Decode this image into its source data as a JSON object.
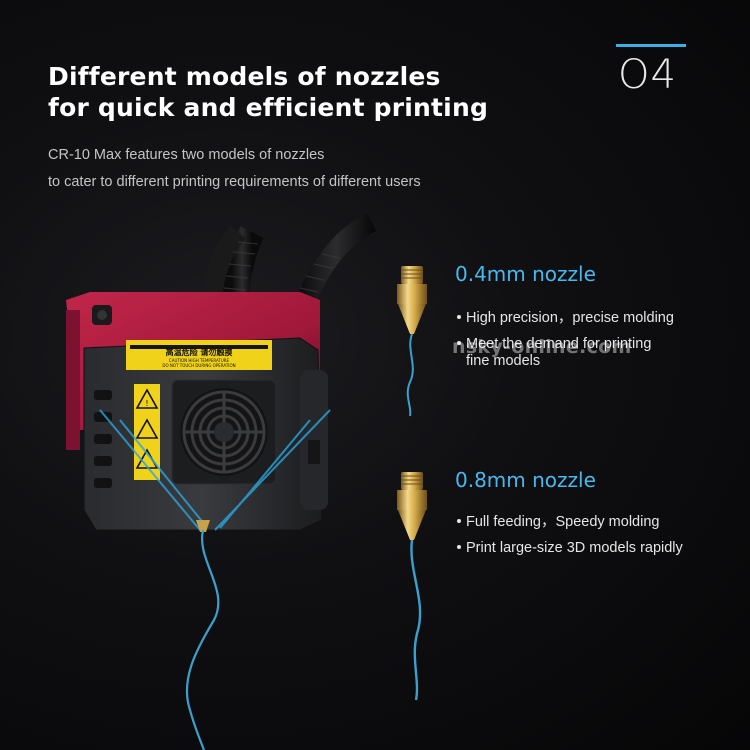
{
  "headline": {
    "line1": "Different models of nozzles",
    "line2": "for quick and efficient printing"
  },
  "subtitle": {
    "line1": "CR-10 Max features two models of nozzles",
    "line2": "to cater to different printing requirements of different users"
  },
  "section_number": "O4",
  "accent_color": "#3ab0e6",
  "nozzles": [
    {
      "title": "0.4mm nozzle",
      "features": [
        "High precision，precise molding",
        "Meet the demand for printing",
        "fine models"
      ]
    },
    {
      "title": "0.8mm nozzle",
      "features": [
        "Full feeding，Speedy molding",
        "Print large-size 3D models rapidly"
      ]
    }
  ],
  "watermark": "nsky-online.com",
  "hotend_label": {
    "line1": "高温危险 请勿触摸",
    "line2": "CAUTION HIGH TEMPERATURE",
    "line3": "DO NOT TOUCH DURING OPERATION"
  },
  "icons": [
    "nozzle-icon",
    "filament-icon",
    "hotend-icon",
    "warning-icon",
    "fan-icon"
  ]
}
